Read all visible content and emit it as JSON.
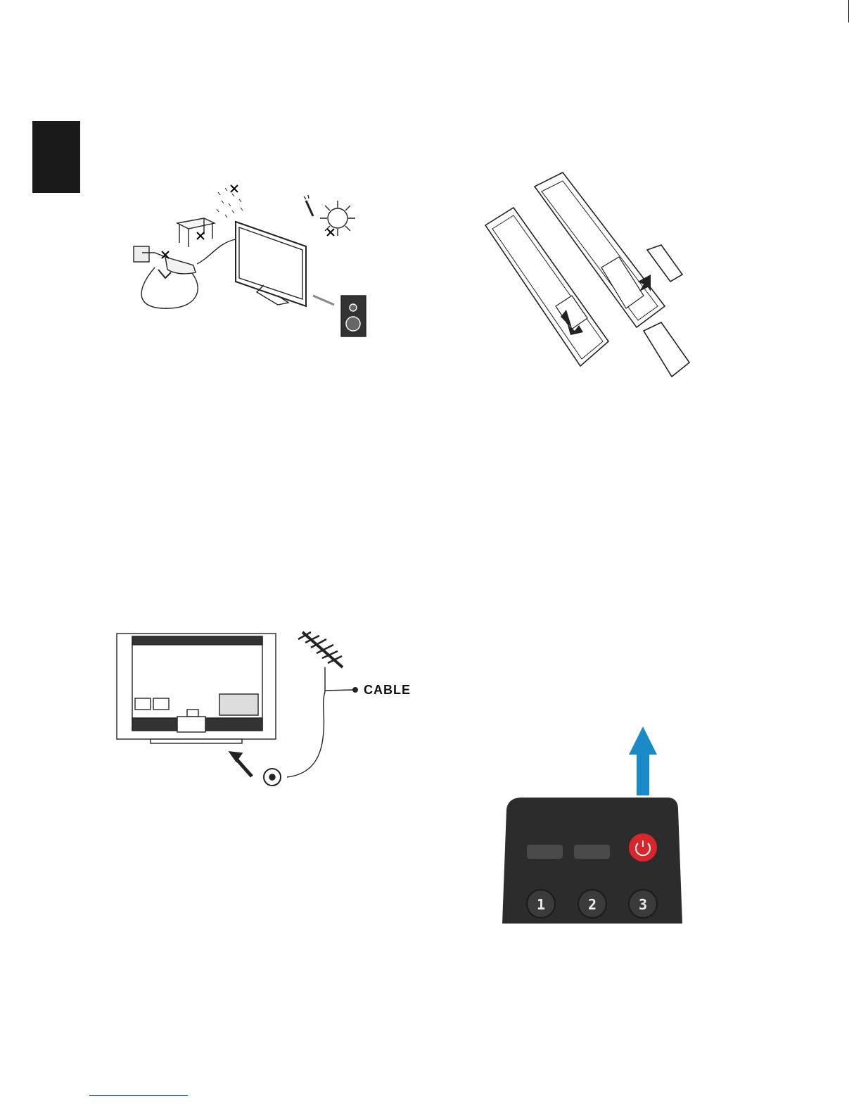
{
  "antenna_figure": {
    "cable_label": "CABLE"
  },
  "remote_figure": {
    "buttons": [
      {
        "label": "1"
      },
      {
        "label": "2"
      },
      {
        "label": "3"
      }
    ],
    "power_color": "#d9262b",
    "signal_arrow_color": "#1b8ac9"
  },
  "icons": [
    "tv-placement-icon",
    "batteries-insertion-icon",
    "antenna-icon",
    "power-icon",
    "signal-arrow-icon"
  ]
}
